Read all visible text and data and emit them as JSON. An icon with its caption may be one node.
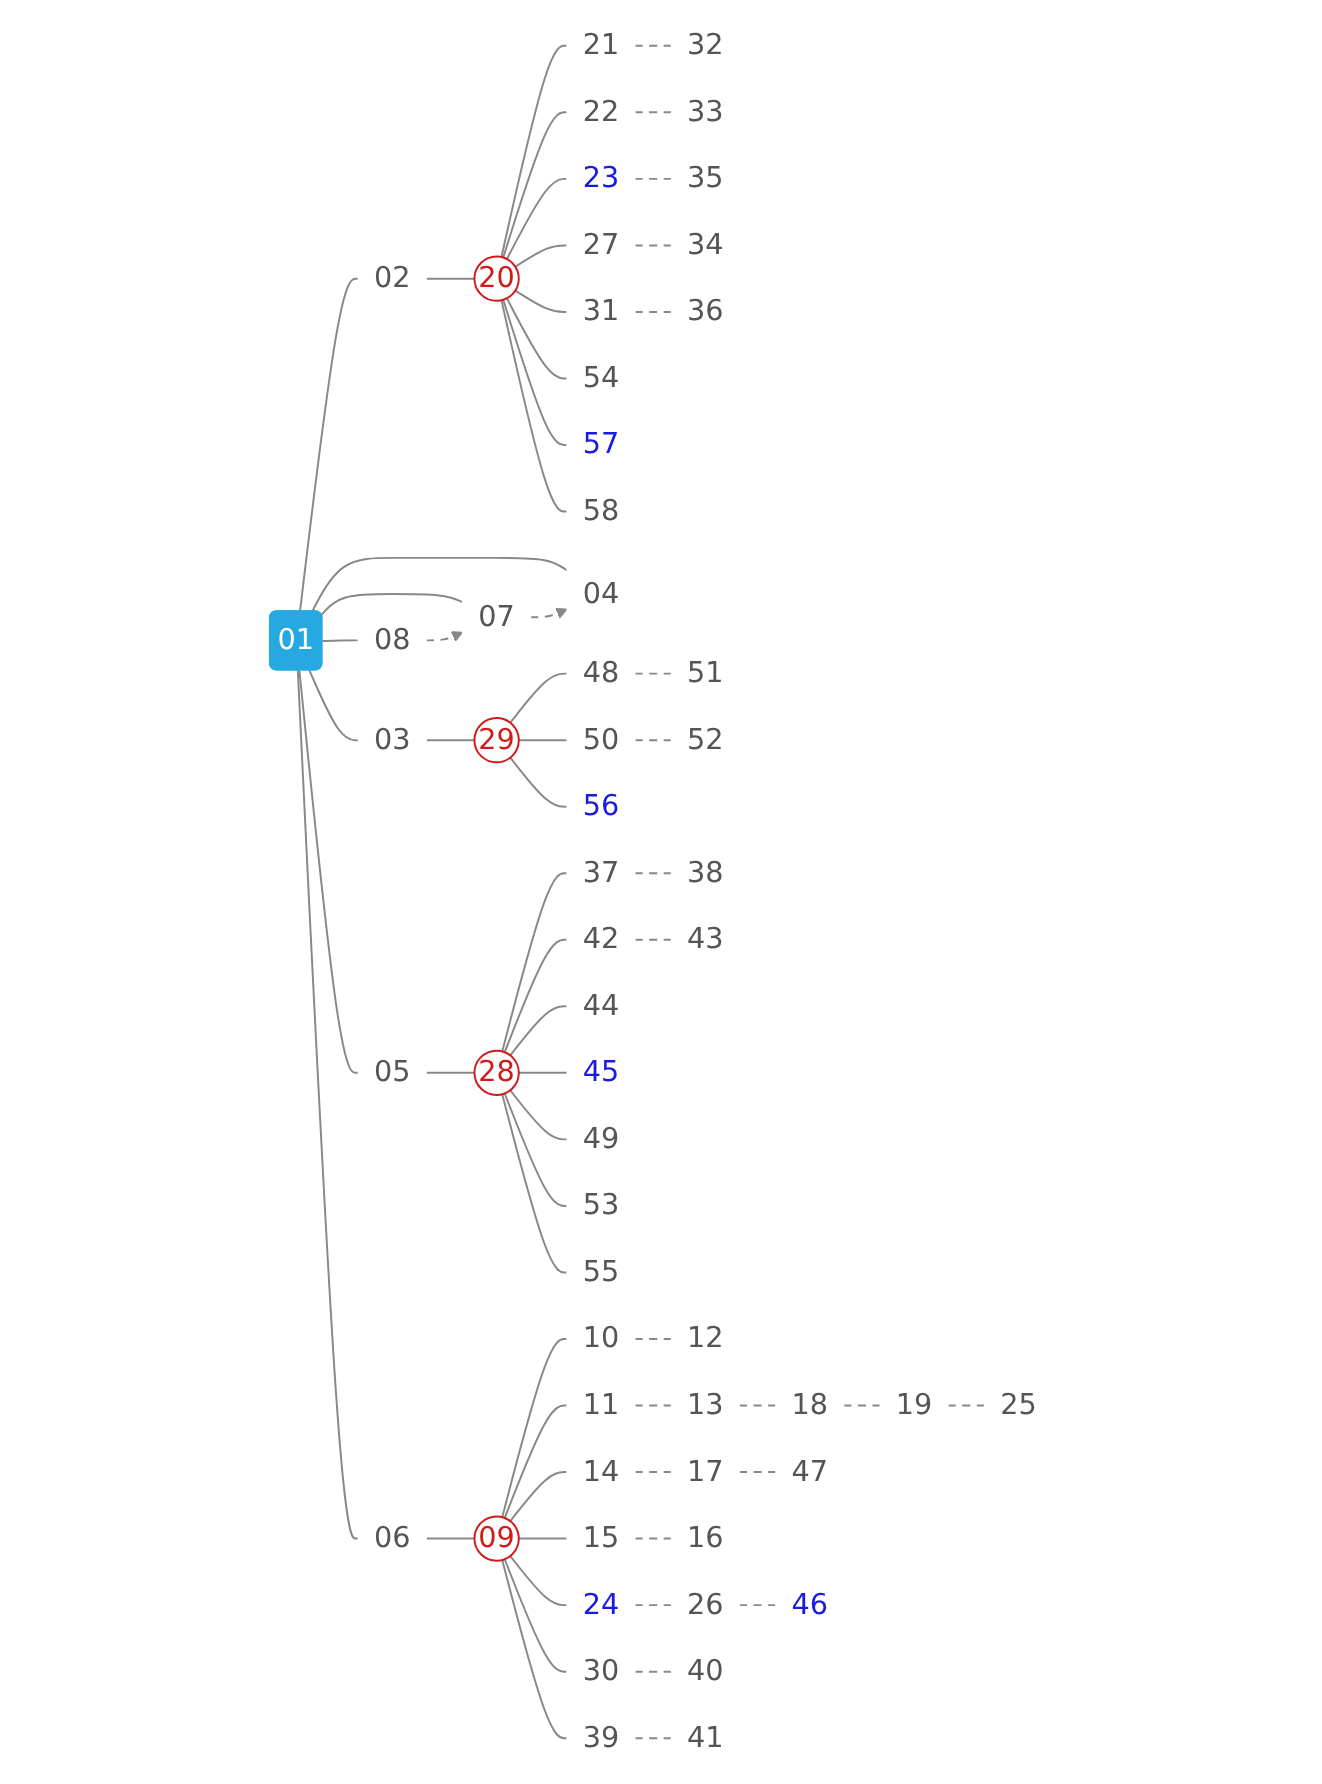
{
  "diagram": {
    "nodes": [
      {
        "text": [
          "01"
        ]
      },
      {
        "text": [
          "02"
        ]
      },
      {
        "text": [
          "20"
        ]
      },
      {
        "text": [
          "21"
        ]
      },
      {
        "text": [
          "32"
        ]
      },
      {
        "text": [
          "22"
        ]
      },
      {
        "text": [
          "33"
        ]
      },
      {
        "text": [
          "23"
        ]
      },
      {
        "text": [
          "35"
        ]
      },
      {
        "text": [
          "27"
        ]
      },
      {
        "text": [
          "34"
        ]
      },
      {
        "text": [
          "31"
        ]
      },
      {
        "text": [
          "36"
        ]
      },
      {
        "text": [
          "54"
        ]
      },
      {
        "text": [
          "57"
        ]
      },
      {
        "text": [
          "58"
        ]
      },
      {
        "text": [
          "04"
        ]
      },
      {
        "text": [
          "03"
        ]
      },
      {
        "text": [
          "29"
        ]
      },
      {
        "text": [
          "48"
        ]
      },
      {
        "text": [
          "51"
        ]
      },
      {
        "text": [
          "50"
        ]
      },
      {
        "text": [
          "52"
        ]
      },
      {
        "text": [
          "56"
        ]
      },
      {
        "text": [
          "05"
        ]
      },
      {
        "text": [
          "28"
        ]
      },
      {
        "text": [
          "37"
        ]
      },
      {
        "text": [
          "38"
        ]
      },
      {
        "text": [
          "42"
        ]
      },
      {
        "text": [
          "43"
        ]
      },
      {
        "text": [
          "44"
        ]
      },
      {
        "text": [
          "45"
        ]
      },
      {
        "text": [
          "49"
        ]
      },
      {
        "text": [
          "53"
        ]
      },
      {
        "text": [
          "55"
        ]
      },
      {
        "text": [
          "07"
        ]
      },
      {
        "text": [
          "06"
        ]
      },
      {
        "text": [
          "09"
        ]
      },
      {
        "text": [
          "10"
        ]
      },
      {
        "text": [
          "12"
        ]
      },
      {
        "text": [
          "11"
        ]
      },
      {
        "text": [
          "13"
        ]
      },
      {
        "text": [
          "18"
        ]
      },
      {
        "text": [
          "19"
        ]
      },
      {
        "text": [
          "25"
        ]
      },
      {
        "text": [
          "14"
        ]
      },
      {
        "text": [
          "17"
        ]
      },
      {
        "text": [
          "47"
        ]
      },
      {
        "text": [
          "15"
        ]
      },
      {
        "text": [
          "16"
        ]
      },
      {
        "text": [
          "24"
        ]
      },
      {
        "text": [
          "26"
        ]
      },
      {
        "text": [
          "46"
        ]
      },
      {
        "text": [
          "30"
        ]
      },
      {
        "text": [
          "40"
        ]
      },
      {
        "text": [
          "39"
        ]
      },
      {
        "text": [
          "41"
        ]
      },
      {
        "text": [
          "08"
        ]
      }
    ],
    "edges": [
      {
        "from": 0,
        "to": 1,
        "arrow": "none"
      },
      {
        "from": 1,
        "to": 2,
        "arrow": "none"
      },
      {
        "from": 2,
        "to": 3,
        "arrow": "none"
      },
      {
        "from": 3,
        "to": 4,
        "arrow": "none",
        "style": "dashed"
      },
      {
        "from": 2,
        "to": 5,
        "arrow": "none"
      },
      {
        "from": 5,
        "to": 6,
        "arrow": "none",
        "style": "dashed"
      },
      {
        "from": 2,
        "to": 7,
        "arrow": "none"
      },
      {
        "from": 7,
        "to": 8,
        "arrow": "none",
        "style": "dashed"
      },
      {
        "from": 2,
        "to": 9,
        "arrow": "none"
      },
      {
        "from": 9,
        "to": 10,
        "arrow": "none",
        "style": "dashed"
      },
      {
        "from": 2,
        "to": 11,
        "arrow": "none"
      },
      {
        "from": 11,
        "to": 12,
        "arrow": "none",
        "style": "dashed"
      },
      {
        "from": 2,
        "to": 13,
        "arrow": "none"
      },
      {
        "from": 2,
        "to": 14,
        "arrow": "none"
      },
      {
        "from": 2,
        "to": 15,
        "arrow": "none"
      },
      {
        "from": 0,
        "to": 16,
        "arrow": "none"
      },
      {
        "from": 0,
        "to": 17,
        "arrow": "none"
      },
      {
        "from": 17,
        "to": 18,
        "arrow": "none"
      },
      {
        "from": 18,
        "to": 19,
        "arrow": "none"
      },
      {
        "from": 19,
        "to": 20,
        "arrow": "none",
        "style": "dashed"
      },
      {
        "from": 18,
        "to": 21,
        "arrow": "none"
      },
      {
        "from": 21,
        "to": 22,
        "arrow": "none",
        "style": "dashed"
      },
      {
        "from": 18,
        "to": 23,
        "arrow": "none"
      },
      {
        "from": 0,
        "to": 24,
        "arrow": "none"
      },
      {
        "from": 24,
        "to": 25,
        "arrow": "none"
      },
      {
        "from": 25,
        "to": 26,
        "arrow": "none"
      },
      {
        "from": 26,
        "to": 27,
        "arrow": "none",
        "style": "dashed"
      },
      {
        "from": 25,
        "to": 28,
        "arrow": "none"
      },
      {
        "from": 28,
        "to": 29,
        "arrow": "none",
        "style": "dashed"
      },
      {
        "from": 25,
        "to": 30,
        "arrow": "none"
      },
      {
        "from": 25,
        "to": 31,
        "arrow": "none"
      },
      {
        "from": 25,
        "to": 32,
        "arrow": "none"
      },
      {
        "from": 25,
        "to": 33,
        "arrow": "none"
      },
      {
        "from": 25,
        "to": 34,
        "arrow": "none"
      },
      {
        "from": 0,
        "to": 35,
        "arrow": "none"
      },
      {
        "from": 0,
        "to": 36,
        "arrow": "none"
      },
      {
        "from": 36,
        "to": 37,
        "arrow": "none"
      },
      {
        "from": 37,
        "to": 38,
        "arrow": "none"
      },
      {
        "from": 38,
        "to": 39,
        "arrow": "none",
        "style": "dashed"
      },
      {
        "from": 37,
        "to": 40,
        "arrow": "none"
      },
      {
        "from": 40,
        "to": 41,
        "arrow": "none",
        "style": "dashed"
      },
      {
        "from": 41,
        "to": 42,
        "arrow": "none",
        "style": "dashed"
      },
      {
        "from": 42,
        "to": 43,
        "arrow": "none",
        "style": "dashed"
      },
      {
        "from": 43,
        "to": 44,
        "arrow": "none",
        "style": "dashed"
      },
      {
        "from": 37,
        "to": 45,
        "arrow": "none"
      },
      {
        "from": 45,
        "to": 46,
        "arrow": "none",
        "style": "dashed"
      },
      {
        "from": 46,
        "to": 47,
        "arrow": "none",
        "style": "dashed"
      },
      {
        "from": 37,
        "to": 48,
        "arrow": "none"
      },
      {
        "from": 48,
        "to": 49,
        "arrow": "none",
        "style": "dashed"
      },
      {
        "from": 37,
        "to": 50,
        "arrow": "none"
      },
      {
        "from": 50,
        "to": 51,
        "arrow": "none",
        "style": "dashed"
      },
      {
        "from": 51,
        "to": 52,
        "arrow": "none",
        "style": "dashed"
      },
      {
        "from": 37,
        "to": 53,
        "arrow": "none"
      },
      {
        "from": 53,
        "to": 54,
        "arrow": "none",
        "style": "dashed"
      },
      {
        "from": 37,
        "to": 55,
        "arrow": "none"
      },
      {
        "from": 55,
        "to": 56,
        "arrow": "none",
        "style": "dashed"
      },
      {
        "from": 0,
        "to": 57,
        "arrow": "none"
      },
      {
        "from": 35,
        "to": 16,
        "arrow": "to",
        "style": "dashed"
      },
      {
        "from": 57,
        "to": 35,
        "arrow": "to",
        "style": "dashed"
      }
    ]
  }
}
